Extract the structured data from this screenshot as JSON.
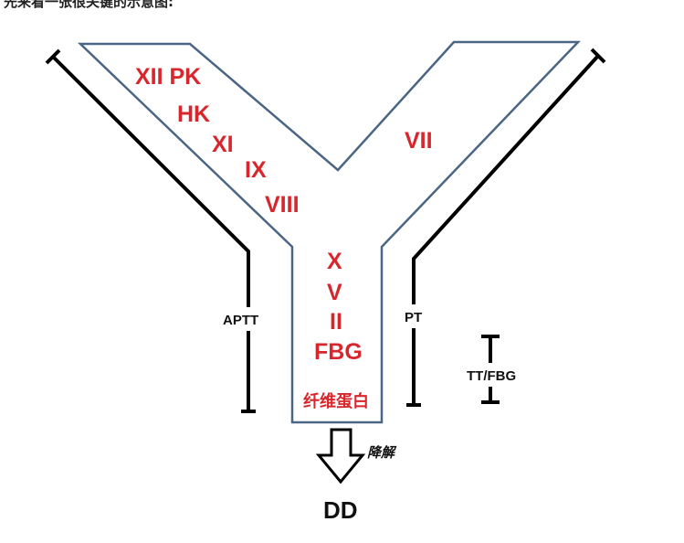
{
  "caption": "先来看一张很关键的示意图:",
  "intrinsic_factors": [
    "XII PK",
    "HK",
    "XI",
    "IX",
    "VIII"
  ],
  "extrinsic_factors": [
    "VII"
  ],
  "common_factors": [
    "X",
    "V",
    "II",
    "FBG"
  ],
  "fibrin": "纤维蛋白",
  "tests": {
    "aptt": "APTT",
    "pt": "PT",
    "tt": "TT/FBG"
  },
  "degradation": "降解",
  "product": "DD",
  "colors": {
    "factor_text": "#d8262c",
    "y_outline": "#4b6684",
    "bracket": "#000000"
  }
}
